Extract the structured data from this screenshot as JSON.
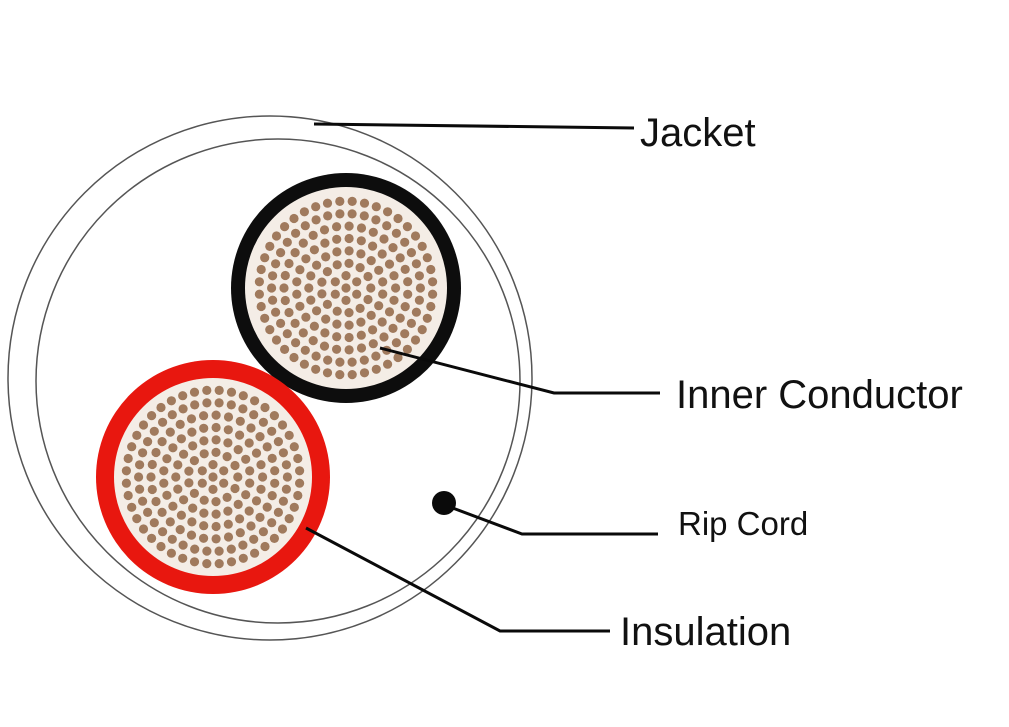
{
  "labels": {
    "jacket": "Jacket",
    "inner_conductor": "Inner Conductor",
    "rip_cord": "Rip Cord",
    "insulation": "Insulation"
  },
  "colors": {
    "background": "#ffffff",
    "jacket_outline": "#555555",
    "black_insulation": "#0d0d0d",
    "red_insulation": "#e8170f",
    "strand": "#a07a5d",
    "strand_fill_bg": "#f4ede6",
    "rip_cord": "#0a0a0a",
    "leader_line": "#0a0a0a"
  }
}
